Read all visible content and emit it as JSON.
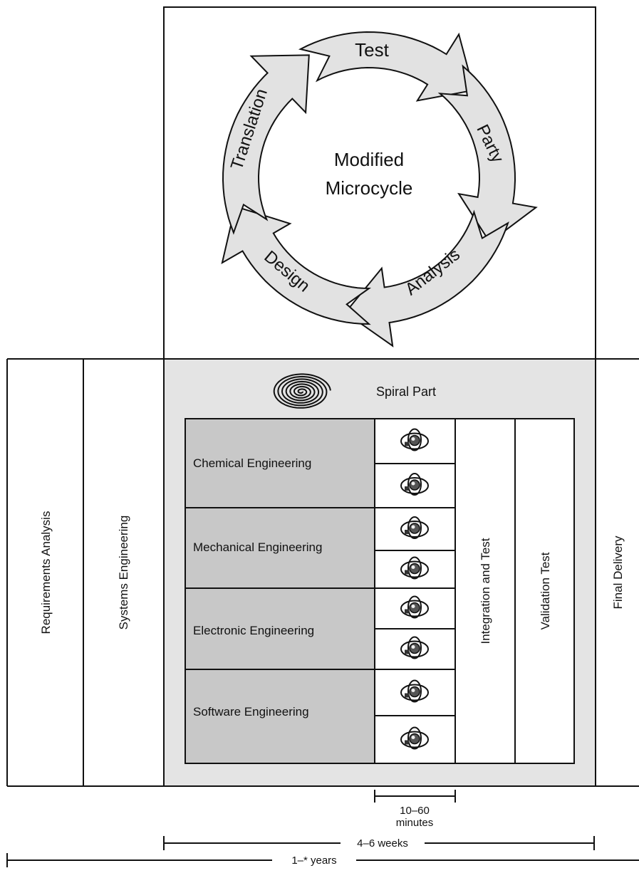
{
  "microcycle": {
    "center_line1": "Modified",
    "center_line2": "Microcycle",
    "stages": {
      "test": "Test",
      "party": "Party",
      "analysis": "Analysis",
      "design": "Design",
      "translation": "Translation"
    }
  },
  "phases": {
    "requirements": "Requirements Analysis",
    "systems": "Systems Engineering",
    "spiral_part": "Spiral Part",
    "integration": "Integration and Test",
    "validation": "Validation Test",
    "final_delivery": "Final Delivery"
  },
  "disciplines": [
    "Chemical Engineering",
    "Mechanical Engineering",
    "Electronic Engineering",
    "Software Engineering"
  ],
  "timescales": {
    "micro_line1": "10–60",
    "micro_line2": "minutes",
    "spiral": "4–6 weeks",
    "project": "1–* years"
  },
  "colors": {
    "box_fill": "#e4e4e4",
    "discipline_fill": "#c8c8c8",
    "arrow_fill": "#e2e2e2",
    "stroke": "#111111"
  }
}
